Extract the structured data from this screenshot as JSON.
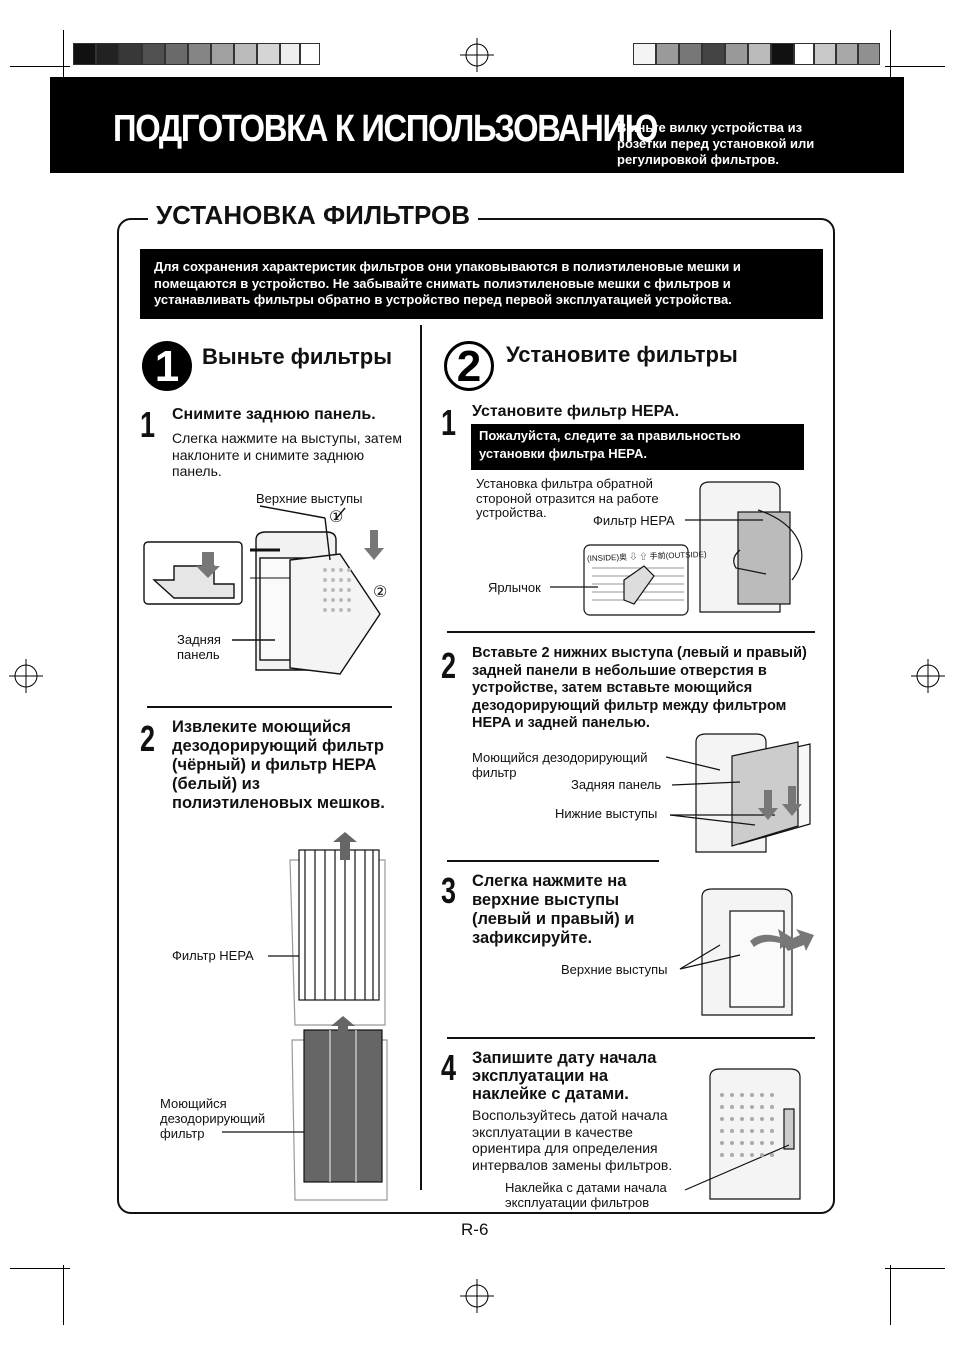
{
  "header": {
    "title": "ПОДГОТОВКА К ИСПОЛЬЗОВАНИЮ",
    "note": "Выньте вилку устройства из розетки перед установкой или регулировкой фильтров."
  },
  "section": {
    "title": "УСТАНОВКА ФИЛЬТРОВ",
    "notice": "Для сохранения характеристик фильтров они упаковываются в полиэтиленовые мешки и помещаются в устройство. Не забывайте снимать полиэтиленовые мешки с фильтров и устанавливать фильтры обратно в устройство перед первой эксплуатацией устройства."
  },
  "left": {
    "number": "1",
    "title": "Выньте фильтры",
    "step1": {
      "num": "1",
      "title": "Снимите заднюю панель.",
      "text": "Слегка нажмите на выступы, затем наклоните и снимите заднюю панель.",
      "label_top_tabs": "Верхние выступы",
      "label_back_panel": "Задняя панель",
      "marker1": "①",
      "marker2": "②"
    },
    "step2": {
      "num": "2",
      "title": "Извлеките моющийся дезодорирующий фильтр (чёрный) и фильтр HEPA (белый) из полиэтиленовых мешков.",
      "label_hepa": "Фильтр HEPA",
      "label_deodor": "Моющийся дезодорирующий фильтр"
    }
  },
  "right": {
    "number": "2",
    "title": "Установите фильтры",
    "step1": {
      "num": "1",
      "title": "Установите фильтр HEPA.",
      "warning": "Пожалуйста, следите за правильностью установки фильтра HEPA.",
      "text": "Установка фильтра обратной стороной отразится на работе устройства.",
      "label_hepa": "Фильтр HEPA",
      "label_tag": "Ярлычок",
      "tag_text": "(INSIDE)奥 ⇩ ⇧ 手前(OUTSIDE)"
    },
    "step2": {
      "num": "2",
      "title": "Вставьте 2 нижних выступа (левый и правый) задней панели в небольшие отверстия в устройстве, затем вставьте моющийся дезодорирующий фильтр между фильтром HEPA и задней панелью.",
      "label_deodor": "Моющийся дезодорирующий фильтр",
      "label_back_panel": "Задняя панель",
      "label_bottom_tabs": "Нижние выступы"
    },
    "step3": {
      "num": "3",
      "title": "Слегка нажмите на верхние выступы (левый и правый) и зафиксируйте.",
      "label_top_tabs": "Верхние выступы"
    },
    "step4": {
      "num": "4",
      "title": "Запишите дату начала эксплуатации на наклейке с датами.",
      "text": "Воспользуйтесь датой начала эксплуатации в качестве ориентира для определения интервалов замены фильтров.",
      "label_sticker": "Наклейка с датами начала эксплуатации фильтров"
    }
  },
  "footer": {
    "page_number": "R-6"
  },
  "colors": {
    "black": "#000000",
    "white": "#ffffff"
  }
}
